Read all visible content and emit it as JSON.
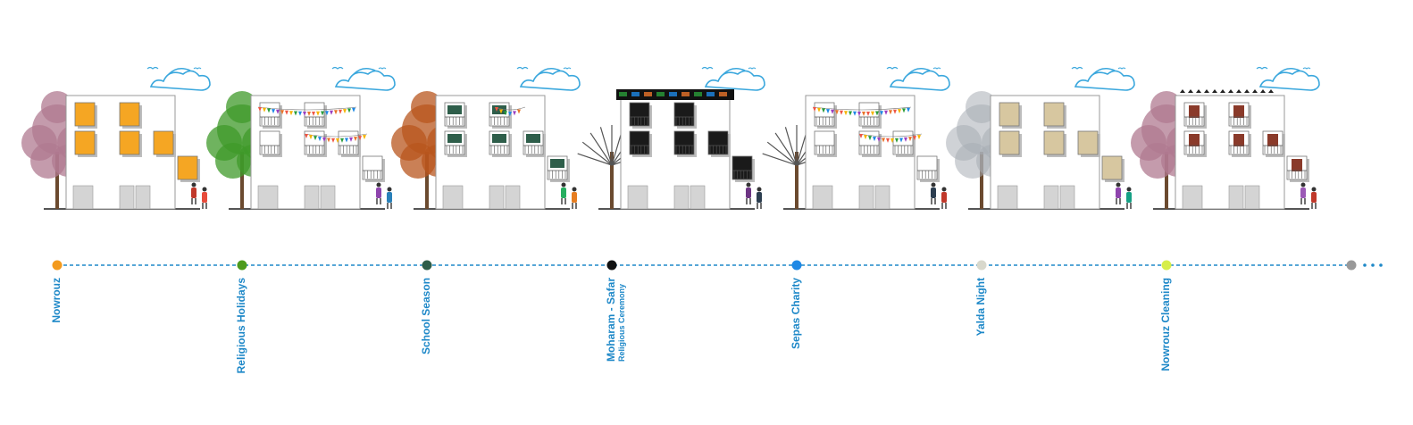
{
  "timeline": {
    "line_color": "#1e88c8",
    "events": [
      {
        "label": "Nowrouz",
        "color": "#f39a1e",
        "theme": "orange-windows"
      },
      {
        "label": "Religious Holidays",
        "color": "#4c9a1e",
        "theme": "bunting"
      },
      {
        "label": "School Season",
        "color": "#2e5e4a",
        "theme": "chalkboards"
      },
      {
        "label": "Moharam - Safar",
        "sublabel": "Religious Ceremony",
        "color": "#111111",
        "theme": "black-banners"
      },
      {
        "label": "Sepas Charity",
        "color": "#1e88e5",
        "theme": "bunting"
      },
      {
        "label": "Yalda Night",
        "color": "#d8d8cc",
        "theme": "beige-windows"
      },
      {
        "label": "Nowrouz Cleaning",
        "color": "#d6ee4a",
        "theme": "carpets"
      },
      {
        "label": "",
        "color": "#999999",
        "theme": "none"
      }
    ]
  },
  "colors": {
    "sky_cloud": "#3aa7dd",
    "building_wall": "#ffffff",
    "building_outline": "#999999",
    "ground": "#555555",
    "window_orange": "#f5a623",
    "window_beige": "#d7c7a0"
  }
}
